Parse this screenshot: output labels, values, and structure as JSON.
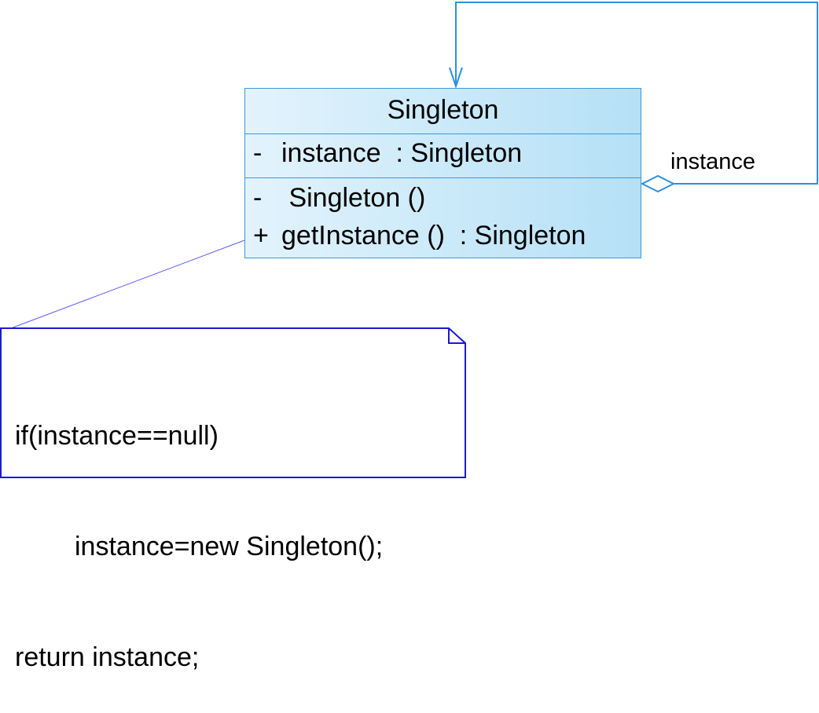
{
  "class": {
    "name": "Singleton",
    "attributes": [
      {
        "visibility": "-",
        "text": "instance  : Singleton"
      }
    ],
    "operations": [
      {
        "visibility": "-",
        "text": " Singleton ()"
      },
      {
        "visibility": "+",
        "text": "getInstance ()  : Singleton"
      }
    ]
  },
  "association": {
    "role_label": "instance"
  },
  "note": {
    "lines": [
      "if(instance==null)",
      "instance=new Singleton();",
      "return instance;"
    ]
  },
  "colors": {
    "class_border": "#3d97d9",
    "class_fill": "#c9e9f9",
    "association_line": "#2e8fde",
    "note_border": "#1a1ad1",
    "note_link": "#5a5af0"
  }
}
